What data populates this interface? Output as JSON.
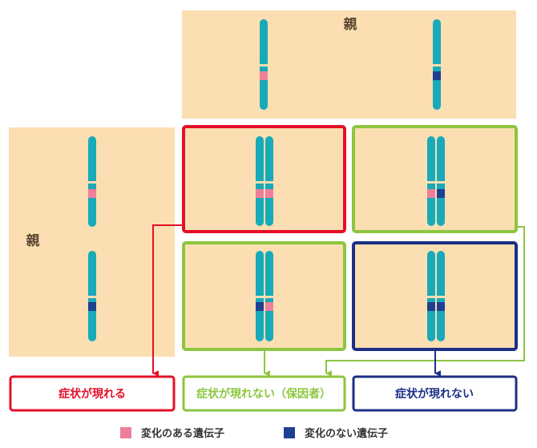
{
  "colors": {
    "panel_fill": "#fbdfb2",
    "chromosome": "#18aab8",
    "mutated_gene": "#ee7f9b",
    "normal_gene": "#1f3f91",
    "red_frame": "#e60f28",
    "green_frame": "#8cc63f",
    "navy_frame": "#1c2f86"
  },
  "parents": {
    "top_label": "親",
    "left_label": "親"
  },
  "results": {
    "affected": "症状が現れる",
    "carrier": "症状が現れない（保因者）",
    "unaffected": "症状が現れない"
  },
  "legend": {
    "mutated": "変化のある遺伝子",
    "normal": "変化のない遺伝子"
  }
}
